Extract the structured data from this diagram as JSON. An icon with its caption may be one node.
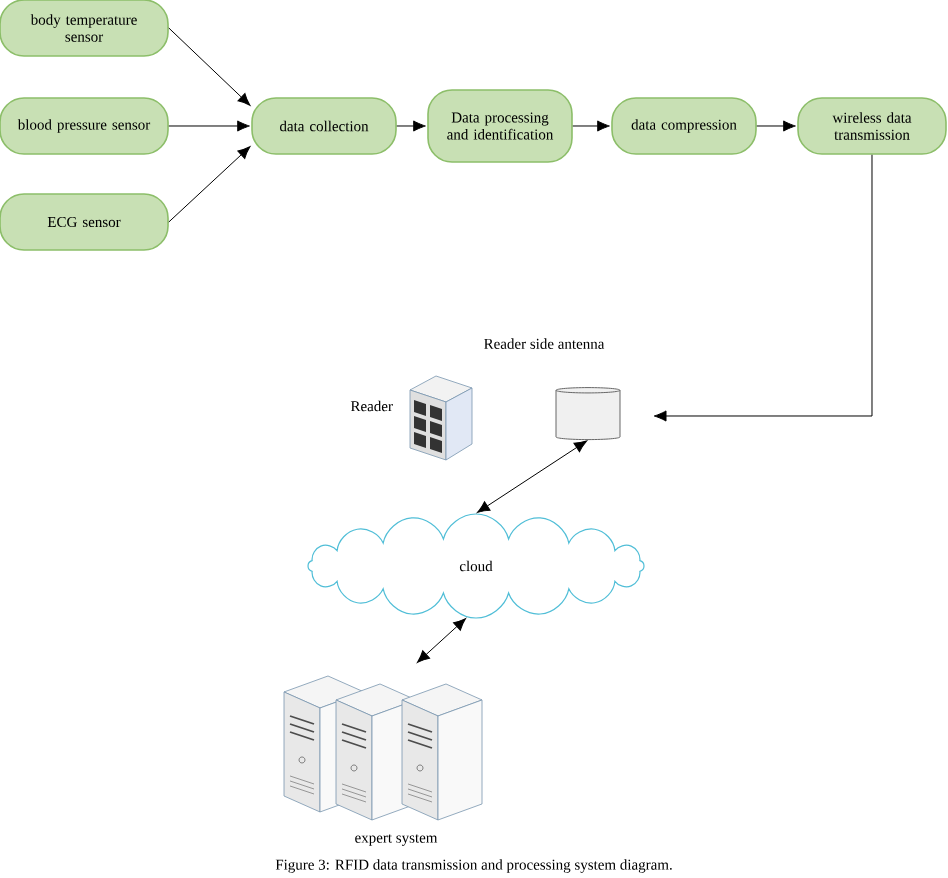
{
  "diagram": {
    "caption": "Figure 3: RFID data transmission and processing system diagram.",
    "nodes": [
      {
        "text": [
          "body temperature sensor"
        ]
      },
      {
        "text": [
          "blood pressure sensor"
        ]
      },
      {
        "text": [
          "ECG sensor"
        ]
      },
      {
        "text": [
          "data collection"
        ]
      },
      {
        "text": [
          "Data processing and identification"
        ]
      },
      {
        "text": [
          "data compression"
        ]
      },
      {
        "text": [
          "wireless data transmission"
        ]
      },
      {
        "text": [
          "Reader side antenna"
        ]
      },
      {
        "text": [
          "Reader"
        ]
      },
      {
        "text": [
          "cloud"
        ]
      },
      {
        "text": [
          "expert system"
        ]
      }
    ],
    "edges": [
      {
        "from": 0,
        "to": 3,
        "arrow": "to"
      },
      {
        "from": 1,
        "to": 3,
        "arrow": "to"
      },
      {
        "from": 2,
        "to": 3,
        "arrow": "to"
      },
      {
        "from": 3,
        "to": 4,
        "arrow": "to"
      },
      {
        "from": 4,
        "to": 5,
        "arrow": "to"
      },
      {
        "from": 5,
        "to": 6,
        "arrow": "to"
      },
      {
        "from": 6,
        "to": 7,
        "arrow": "to"
      },
      {
        "from": 7,
        "to": 9,
        "arrow": "both"
      },
      {
        "from": 9,
        "to": 10,
        "arrow": "both"
      }
    ]
  }
}
